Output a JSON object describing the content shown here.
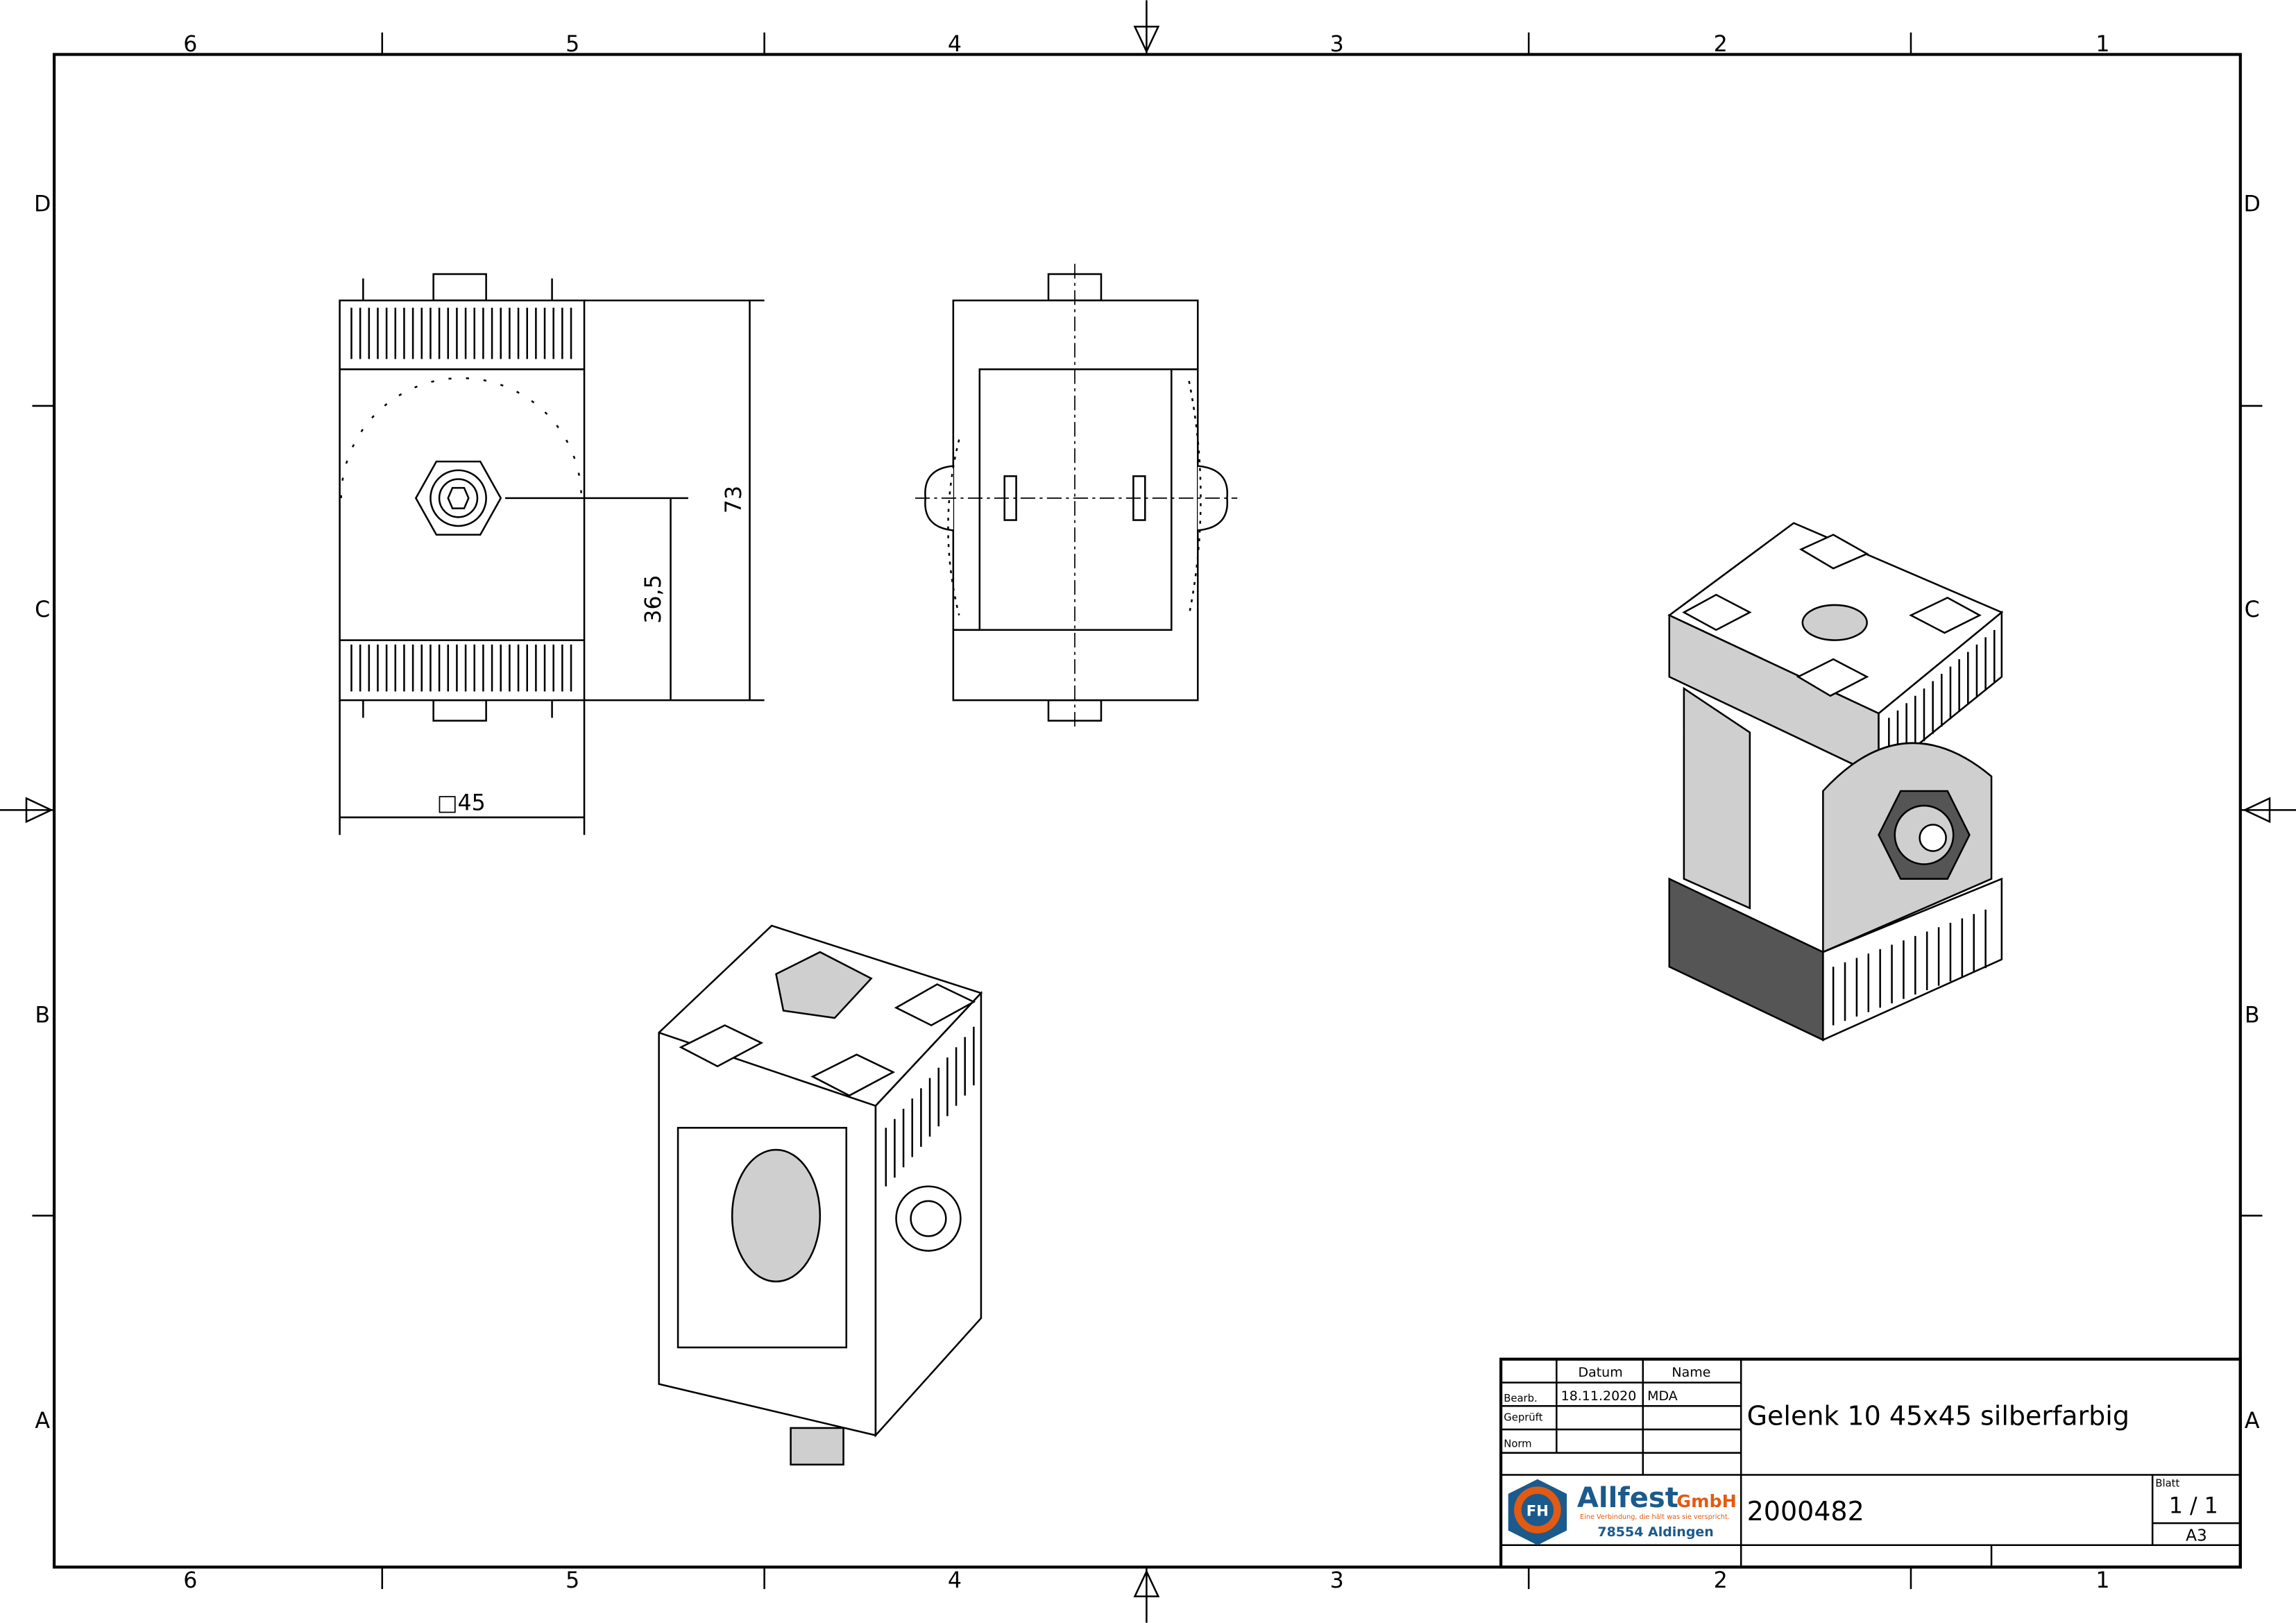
{
  "frame": {
    "columns": [
      "6",
      "5",
      "4",
      "3",
      "2",
      "1"
    ],
    "rows": [
      "D",
      "C",
      "B",
      "A"
    ]
  },
  "dimensions": {
    "height": "73",
    "half_height": "36,5",
    "square": "□45"
  },
  "title_block": {
    "col_date": "Datum",
    "col_name": "Name",
    "row_bearb": "Bearb.",
    "row_geprueft": "Geprüft",
    "row_norm": "Norm",
    "bearb_date": "18.11.2020",
    "bearb_name": "MDA",
    "title": "Gelenk 10 45x45 silberfarbig",
    "drawing_number": "2000482",
    "sheet_label": "Blatt",
    "sheet": "1 / 1",
    "format": "A3"
  },
  "logo": {
    "initials": "FH",
    "company": "Allfest",
    "suffix": "GmbH",
    "slogan": "Eine Verbindung, die hält was sie verspricht.",
    "address": "78554 Aldingen",
    "colors": {
      "blue": "#1b5a8c",
      "orange": "#e35a12"
    }
  }
}
